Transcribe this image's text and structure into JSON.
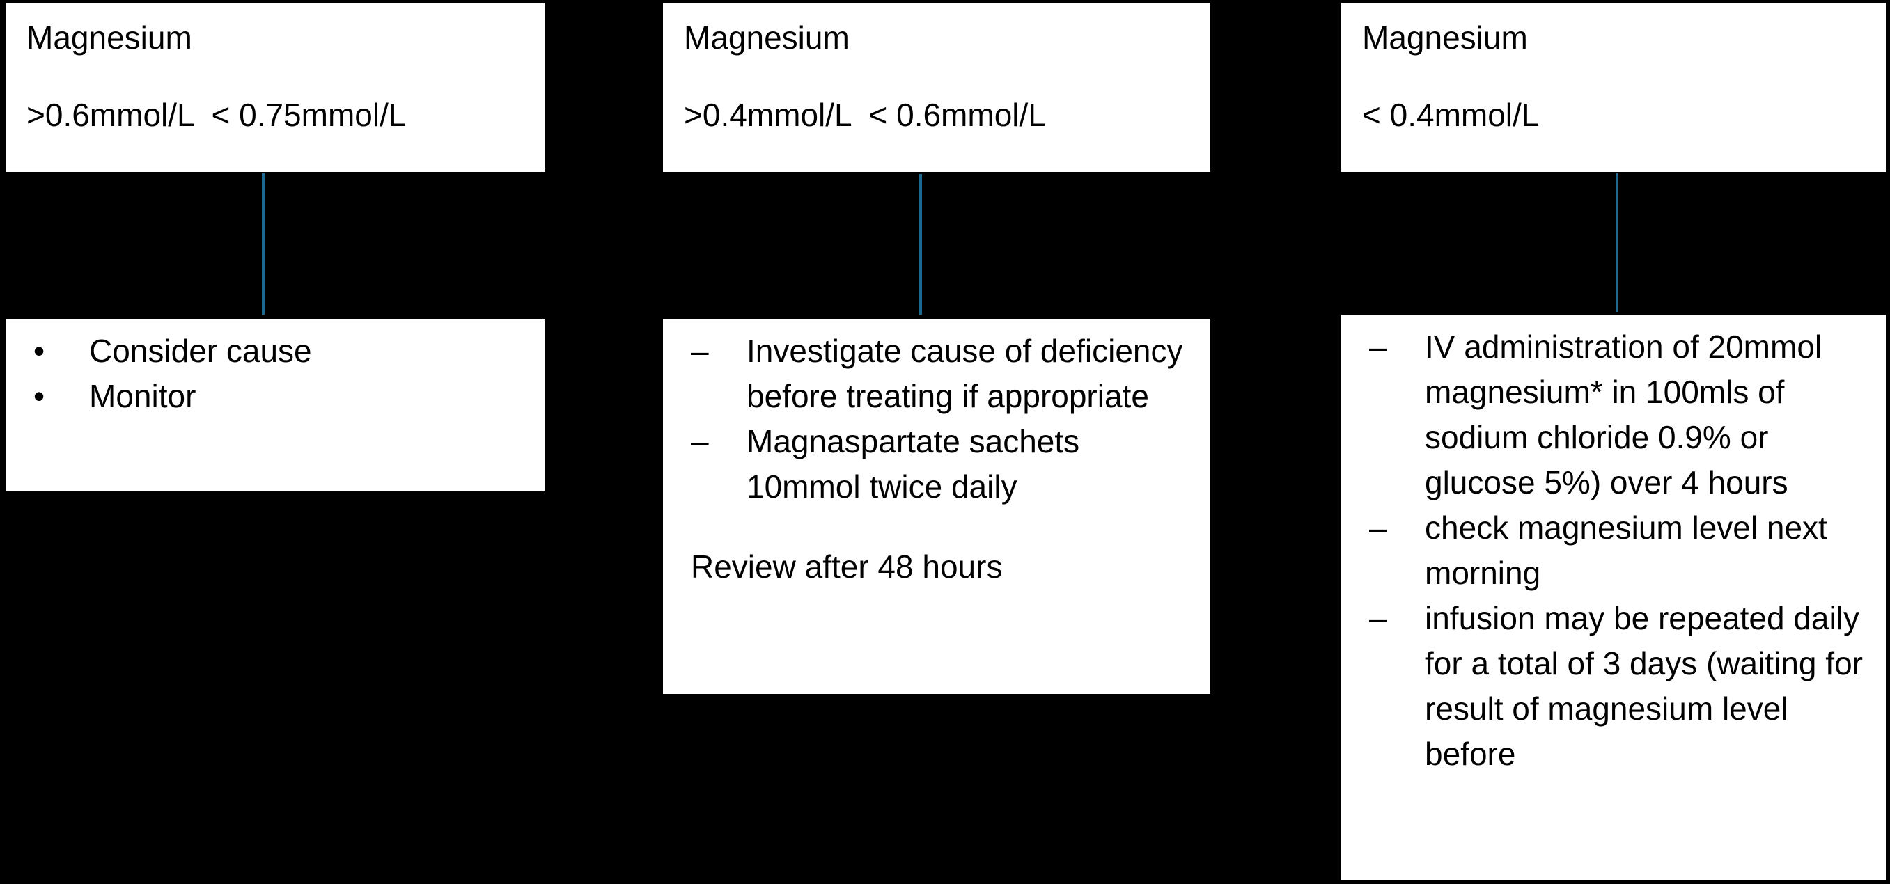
{
  "diagram": {
    "background_color": "#000000",
    "box_color": "#ffffff",
    "text_color": "#000000",
    "connector_color": "#1d6a90",
    "columns": [
      {
        "header": {
          "title": "Magnesium",
          "range": ">0.6mmol/L  < 0.75mmol/L"
        },
        "action": {
          "marker": "•",
          "items": [
            "Consider cause",
            "Monitor"
          ],
          "footer": ""
        }
      },
      {
        "header": {
          "title": "Magnesium",
          "range": ">0.4mmol/L  < 0.6mmol/L"
        },
        "action": {
          "marker": "–",
          "items": [
            "Investigate cause of deficiency before treating if appropriate",
            "Magnaspartate sachets 10mmol twice daily"
          ],
          "footer": "Review after 48 hours"
        }
      },
      {
        "header": {
          "title": "Magnesium",
          "range": "< 0.4mmol/L"
        },
        "action": {
          "marker": "–",
          "items": [
            "IV administration of 20mmol magnesium* in 100mls of sodium chloride 0.9% or glucose 5%) over 4 hours",
            "check magnesium level next morning",
            "infusion may be repeated daily for a total of 3 days (waiting for result of magnesium level before"
          ],
          "footer": ""
        }
      }
    ]
  }
}
